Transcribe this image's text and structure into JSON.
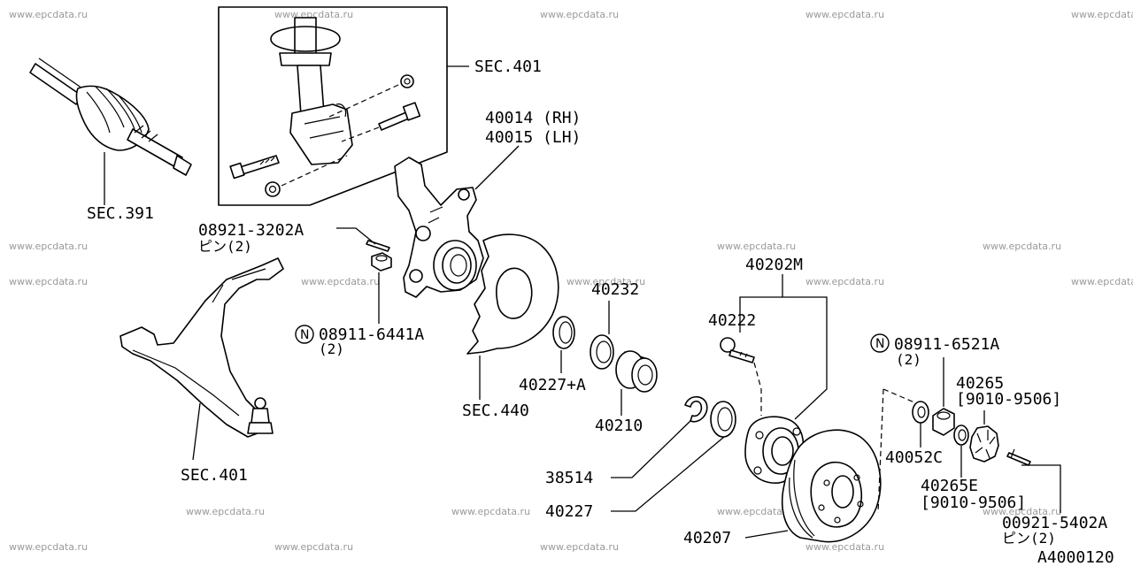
{
  "watermarks": {
    "text": "www.epcdata.ru"
  },
  "labels": {
    "sec401_strut": "SEC.401",
    "sec391": "SEC.391",
    "knuckle_rh": "40014 (RH)",
    "knuckle_lh": "40015 (LH)",
    "pin_08921": "08921-3202A",
    "pin_08921_qty": "ピン(2)",
    "nut_08911_6441": "08911-6441A",
    "nut_08911_6441_qty": "(2)",
    "sec440": "SEC.440",
    "sec401_arm": "SEC.401",
    "p40232": "40232",
    "p40227_plus_a": "40227+A",
    "p40210": "40210",
    "p40202m": "40202M",
    "p40222": "40222",
    "p38514": "38514",
    "p40227": "40227",
    "p40207": "40207",
    "nut_08911_6521": "08911-6521A",
    "nut_08911_6521_qty": "(2)",
    "p40265": "40265",
    "p40265_date": "[9010-9506]",
    "p40052c": "40052C",
    "p40265e": "40265E",
    "p40265e_date": "[9010-9506]",
    "pin_00921": "00921-5402A",
    "pin_00921_qty": "ピン(2)",
    "diagram_code": "A4000120",
    "n_marker": "N"
  }
}
